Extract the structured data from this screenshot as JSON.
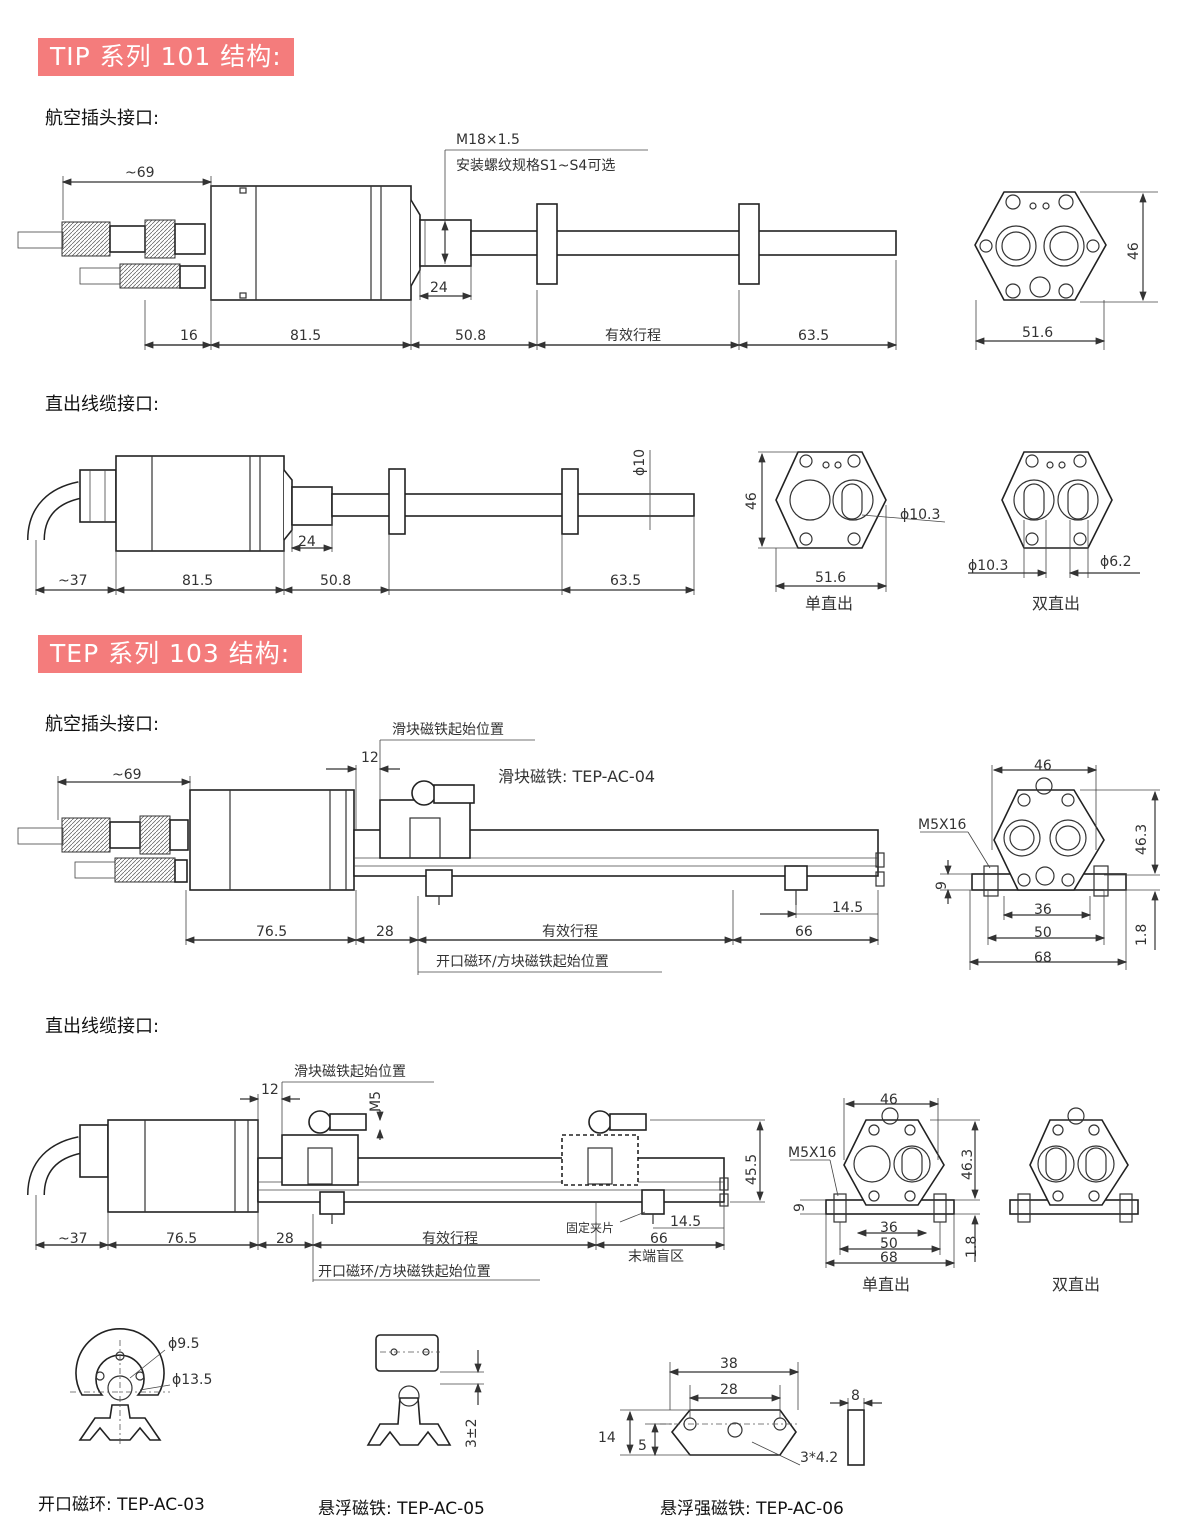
{
  "sections": [
    {
      "banner": "TIP 系列 101 结构:",
      "sub1": "航空插头接口:",
      "sub2": "直出线缆接口:"
    },
    {
      "banner": "TEP 系列 103 结构:",
      "sub1": "航空插头接口:",
      "sub2": "直出线缆接口:"
    }
  ],
  "tip_aviation": {
    "thread": "M18×1.5",
    "thread_note": "安装螺纹规格S1~S4可选",
    "cable": "~69",
    "d16": "16",
    "d81": "81.5",
    "d24": "24",
    "d508": "50.8",
    "stroke": "有效行程",
    "d635": "63.5",
    "d46": "46",
    "d516": "51.6"
  },
  "tip_cable": {
    "phi10": "ϕ10",
    "d24": "24",
    "d37": "~37",
    "d81": "81.5",
    "d508": "50.8",
    "d635": "63.5",
    "d46": "46",
    "phi103a": "ϕ10.3",
    "d516": "51.6",
    "single": "单直出",
    "phi103b": "ϕ10.3",
    "phi62": "ϕ6.2",
    "double": "双直出"
  },
  "tep_aviation": {
    "slider_start": "滑块磁铁起始位置",
    "d12": "12",
    "slider_magnet": "滑块磁铁: TEP-AC-04",
    "cable": "~69",
    "d765": "76.5",
    "d28": "28",
    "stroke": "有效行程",
    "d145": "14.5",
    "d66": "66",
    "ring_start": "开口磁环/方块磁铁起始位置",
    "d46": "46",
    "m5": "M5X16",
    "d463": "46.3",
    "d9": "9",
    "d36": "36",
    "d50": "50",
    "d68": "68",
    "d18": "1.8"
  },
  "tep_cable": {
    "slider_start": "滑块磁铁起始位置",
    "d12": "12",
    "m5": "M5",
    "d455": "45.5",
    "clip": "固定夹片",
    "d145": "14.5",
    "d37": "~37",
    "d765": "76.5",
    "d28": "28",
    "stroke": "有效行程",
    "d66": "66",
    "blind": "末端盲区",
    "ring_start": "开口磁环/方块磁铁起始位置",
    "d46": "46",
    "m5x16": "M5X16",
    "d463": "46.3",
    "d9": "9",
    "d36": "36",
    "d50": "50",
    "d68": "68",
    "d18": "1.8",
    "single": "单直出",
    "double": "双直出"
  },
  "accessories": {
    "phi95": "ϕ9.5",
    "phi135": "ϕ13.5",
    "ring_name": "开口磁环: TEP-AC-03",
    "d3": "3±2",
    "float_name": "悬浮磁铁: TEP-AC-05",
    "d38": "38",
    "d28": "28",
    "d8": "8",
    "d14": "14",
    "d5": "5",
    "d3x": "3*4.2",
    "strong_name": "悬浮强磁铁: TEP-AC-06"
  }
}
